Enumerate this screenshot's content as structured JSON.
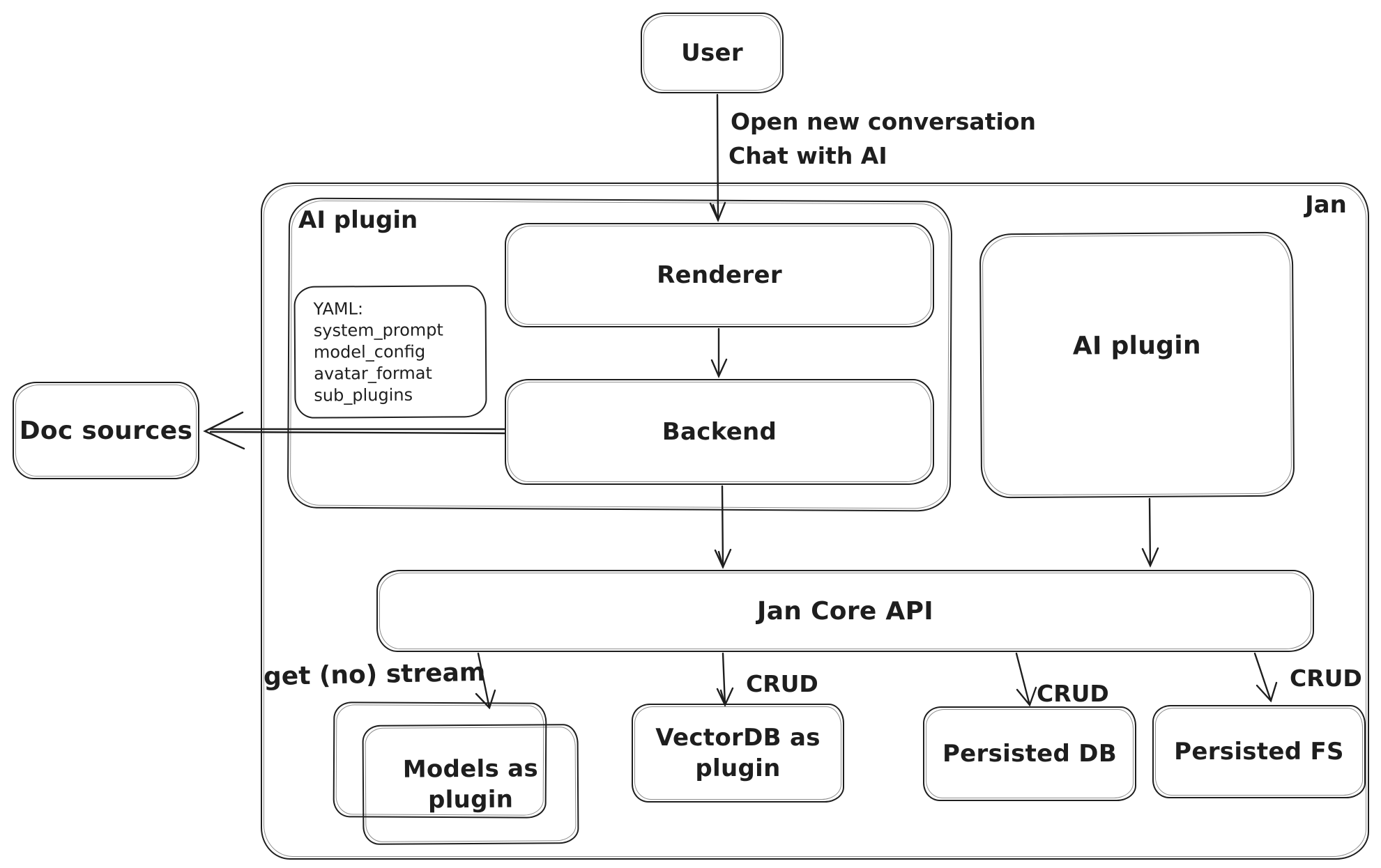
{
  "diagram": {
    "colors": {
      "stroke": "#1e1e1e",
      "background": "#ffffff"
    },
    "nodes": {
      "user": {
        "label": "User"
      },
      "jan": {
        "label": "Jan"
      },
      "ai_plugin_left": {
        "label": "AI plugin"
      },
      "renderer": {
        "label": "Renderer"
      },
      "backend": {
        "label": "Backend"
      },
      "yaml_note": {
        "lines": [
          "YAML:",
          "system_prompt",
          "model_config",
          "avatar_format",
          "sub_plugins"
        ]
      },
      "doc_sources": {
        "label": "Doc sources"
      },
      "ai_plugin_right": {
        "label": "AI plugin"
      },
      "jan_core_api": {
        "label": "Jan Core API"
      },
      "models_plugin": {
        "label": "Models as plugin"
      },
      "vectordb_plugin": {
        "label": "VectorDB as plugin"
      },
      "persisted_db": {
        "label": "Persisted DB"
      },
      "persisted_fs": {
        "label": "Persisted FS"
      }
    },
    "edge_labels": {
      "open_conversation": "Open new conversation",
      "chat_with_ai": "Chat with AI",
      "get_no_stream": "get (no) stream",
      "crud": "CRUD"
    }
  }
}
